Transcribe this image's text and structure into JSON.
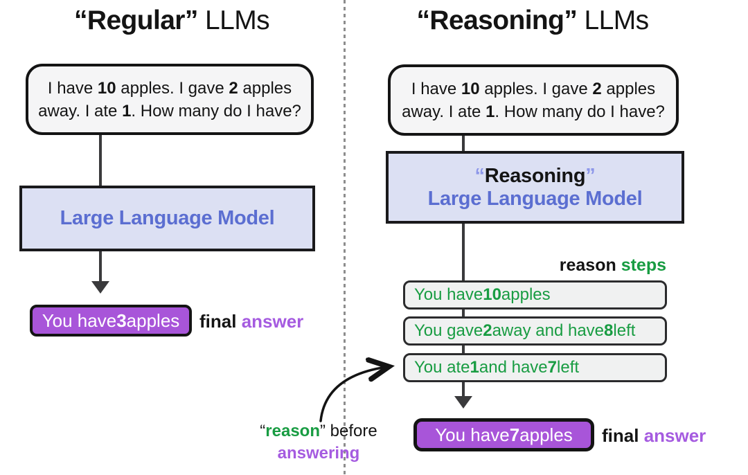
{
  "colors": {
    "ink": "#141414",
    "arrow": "#3a3a3c",
    "divider": "#8d8d8d",
    "qbox-bg": "#f5f5f6",
    "step-bg": "#f0f1f1",
    "lavender": "#dce0f3",
    "blue": "#5b6ed1",
    "periwinkle": "#8d97e9",
    "green": "#189c42",
    "purple-box": "#a855d9",
    "purple-text": "#a55be0"
  },
  "left": {
    "title": {
      "emph": "“Regular”",
      "rest": " LLMs"
    },
    "question": {
      "line1": [
        "I have ",
        "10",
        " apples. I gave ",
        "2",
        " apples"
      ],
      "line2": [
        "away. I ate ",
        "1",
        ". How many do I have?"
      ]
    },
    "model_box": {
      "label": "Large Language Model"
    },
    "answer_box": {
      "pre": "You have ",
      "num": "3",
      "post": " apples"
    },
    "final": {
      "word1": "final",
      "word2": "answer"
    }
  },
  "right": {
    "title": {
      "emph": "“Reasoning”",
      "rest": " LLMs"
    },
    "question": {
      "line1": [
        "I have ",
        "10",
        " apples. I gave ",
        "2",
        " apples"
      ],
      "line2": [
        "away. I ate ",
        "1",
        ". How many do I have?"
      ]
    },
    "model_box": {
      "quote_open": "“",
      "name": "Reasoning",
      "quote_close": "”",
      "label": "Large Language Model"
    },
    "steps_label": {
      "word1": "reason ",
      "word2": "steps"
    },
    "steps": [
      [
        "You have ",
        "10",
        " apples"
      ],
      [
        "You gave ",
        "2",
        " away and have ",
        "8",
        " left"
      ],
      [
        "You ate ",
        "1",
        " and have ",
        "7",
        " left"
      ]
    ],
    "answer_box": {
      "pre": "You have ",
      "num": "7",
      "post": " apples"
    },
    "final": {
      "word1": "final",
      "word2": "answer"
    }
  },
  "annotation": {
    "quote_open": "“",
    "emph": "reason",
    "quote_close": "” ",
    "rest": "before",
    "line2": "answering"
  }
}
